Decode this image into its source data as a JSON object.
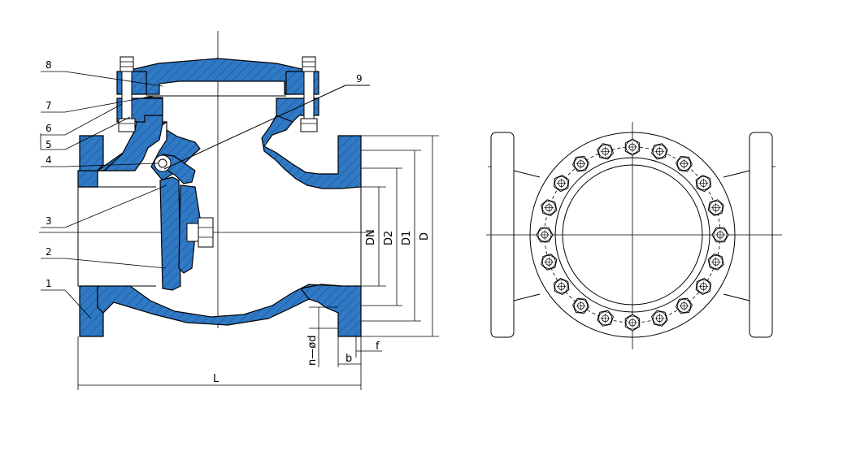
{
  "parts": {
    "p1": "1",
    "p2": "2",
    "p3": "3",
    "p4": "4",
    "p5": "5",
    "p6": "6",
    "p7": "7",
    "p8": "8",
    "p9": "9"
  },
  "dimensions": {
    "dn": "DN",
    "d2": "D2",
    "d1": "D1",
    "d": "D",
    "nd": "n—ød",
    "b": "b",
    "f": "f",
    "l": "L"
  },
  "colors": {
    "body": "#2f79c5",
    "hatch": "#1c4f8e",
    "line": "#000000"
  }
}
